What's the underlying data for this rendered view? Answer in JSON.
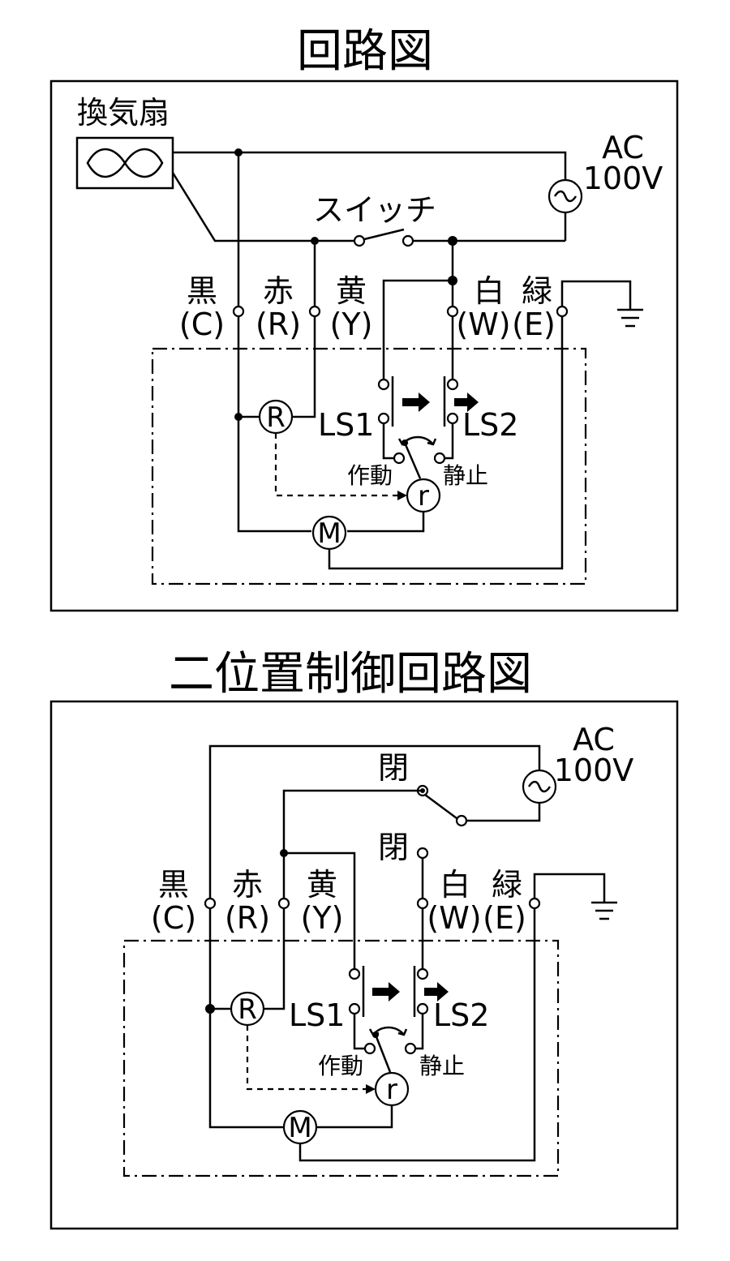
{
  "diagram1": {
    "title": "回路図",
    "fan_label": "換気扇",
    "ac_line1": "AC",
    "ac_line2": "100V",
    "switch_label": "スイッチ",
    "terminals": [
      {
        "color": "黒",
        "code": "(C)"
      },
      {
        "color": "赤",
        "code": "(R)"
      },
      {
        "color": "黄",
        "code": "(Y)"
      },
      {
        "color": "白",
        "code": "(W)"
      },
      {
        "color": "緑",
        "code": "(E)"
      }
    ],
    "relay_symbol": "R",
    "relay_contact_symbol": "r",
    "motor_symbol": "M",
    "ls1": "LS1",
    "ls2": "LS2",
    "operate": "作動",
    "stop": "静止"
  },
  "diagram2": {
    "title": "二位置制御回路図",
    "ac_line1": "AC",
    "ac_line2": "100V",
    "contact1": "閉",
    "contact2": "閉",
    "terminals": [
      {
        "color": "黒",
        "code": "(C)"
      },
      {
        "color": "赤",
        "code": "(R)"
      },
      {
        "color": "黄",
        "code": "(Y)"
      },
      {
        "color": "白",
        "code": "(W)"
      },
      {
        "color": "緑",
        "code": "(E)"
      }
    ],
    "relay_symbol": "R",
    "relay_contact_symbol": "r",
    "motor_symbol": "M",
    "ls1": "LS1",
    "ls2": "LS2",
    "operate": "作動",
    "stop": "静止"
  }
}
